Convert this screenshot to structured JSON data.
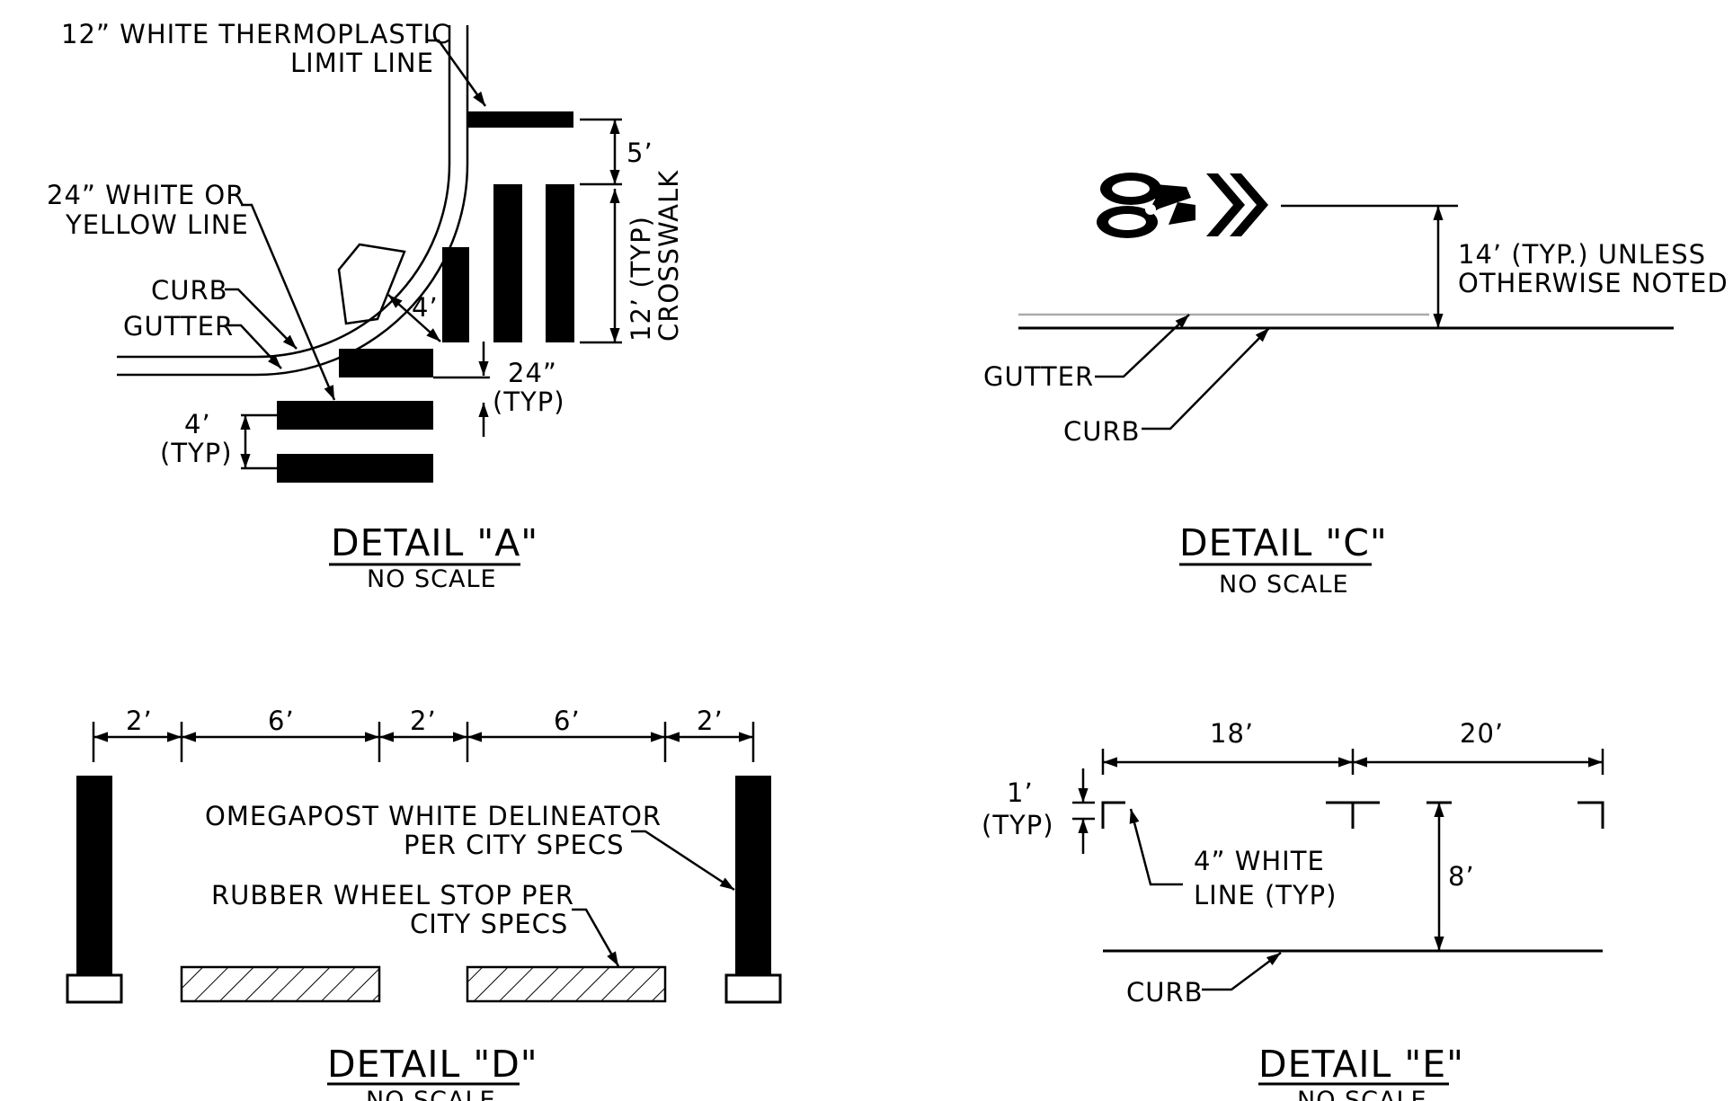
{
  "detail_a": {
    "title": "DETAIL \"A\"",
    "scale": "NO SCALE",
    "limit_line_label_1": "12” WHITE THERMOPLASTIC",
    "limit_line_label_2": "LIMIT LINE",
    "yellow_line_label_1": "24” WHITE OR",
    "yellow_line_label_2": "YELLOW LINE",
    "curb_label": "CURB",
    "gutter_label": "GUTTER",
    "dim_5": "5’",
    "dim_4_diag": "4’",
    "dim_12_1": "12’ (TYP)",
    "dim_12_2": "CROSSWALK",
    "dim_24_1": "24”",
    "dim_24_2": "(TYP)",
    "dim_4typ_1": "4’",
    "dim_4typ_2": "(TYP)"
  },
  "detail_c": {
    "title": "DETAIL \"C\"",
    "scale": "NO SCALE",
    "note_1": "14’ (TYP.) UNLESS",
    "note_2": "OTHERWISE NOTED",
    "gutter_label": "GUTTER",
    "curb_label": "CURB"
  },
  "detail_d": {
    "title": "DETAIL \"D\"",
    "scale": "NO SCALE",
    "dims": [
      "2’",
      "6’",
      "2’",
      "6’",
      "2’"
    ],
    "delineator_1": "OMEGAPOST WHITE DELINEATOR",
    "delineator_2": "PER CITY SPECS",
    "wheelstop_1": "RUBBER WHEEL STOP PER",
    "wheelstop_2": "CITY SPECS"
  },
  "detail_e": {
    "title": "DETAIL \"E\"",
    "scale": "NO SCALE",
    "dim_18": "18’",
    "dim_20": "20’",
    "dim_1_1": "1’",
    "dim_1_2": "(TYP)",
    "line_1": "4” WHITE",
    "line_2": "LINE (TYP)",
    "dim_8": "8’",
    "curb_label": "CURB"
  }
}
